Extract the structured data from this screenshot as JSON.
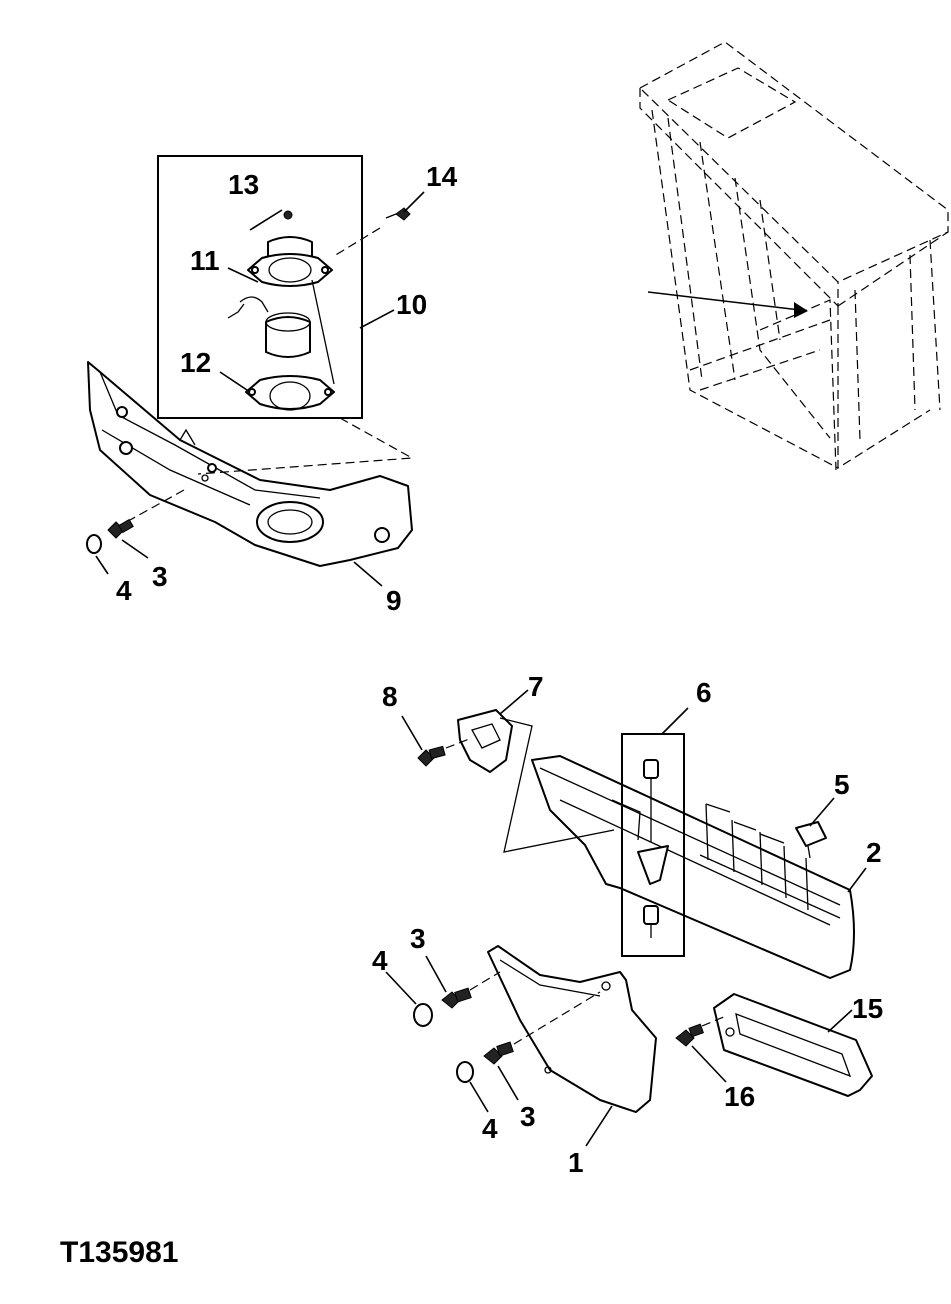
{
  "figure_id": "T135981",
  "callouts": [
    "1",
    "2",
    "3",
    "4",
    "5",
    "6",
    "7",
    "8",
    "9",
    "10",
    "11",
    "12",
    "13",
    "14",
    "15",
    "16"
  ]
}
